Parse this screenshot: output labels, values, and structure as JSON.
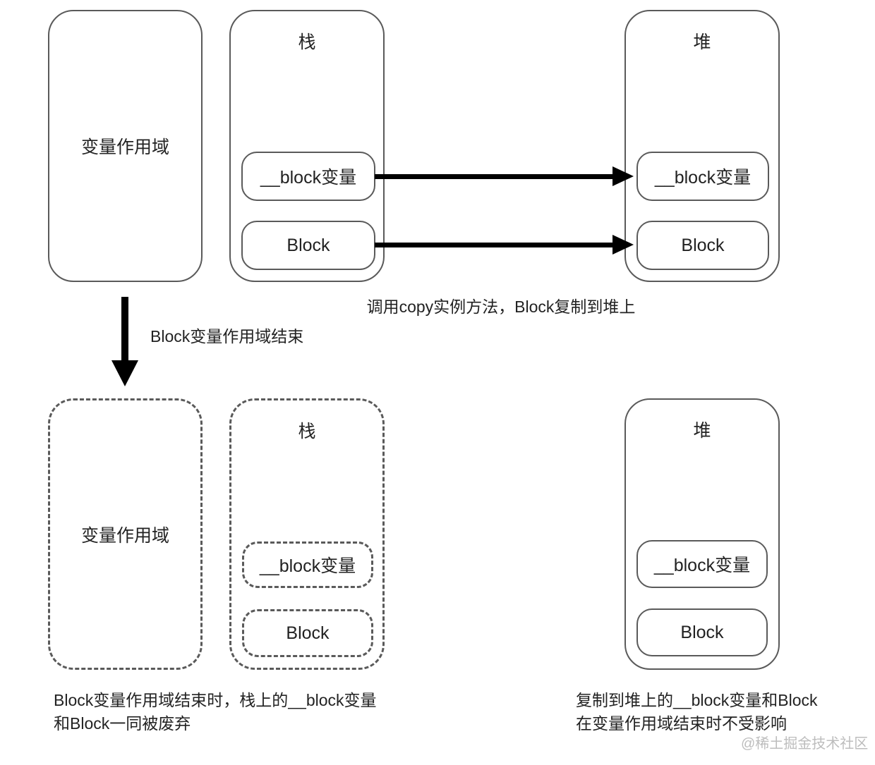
{
  "top": {
    "scope_box": {
      "label": "变量作用域"
    },
    "stack_box": {
      "title": "栈",
      "items": [
        {
          "label": "__block变量"
        },
        {
          "label": "Block"
        }
      ]
    },
    "heap_box": {
      "title": "堆",
      "items": [
        {
          "label": "__block变量"
        },
        {
          "label": "Block"
        }
      ]
    },
    "caption": "调用copy实例方法，Block复制到堆上"
  },
  "transition": {
    "label": "Block变量作用域结束"
  },
  "bottom": {
    "scope_box": {
      "label": "变量作用域"
    },
    "stack_box": {
      "title": "栈",
      "items": [
        {
          "label": "__block变量"
        },
        {
          "label": "Block"
        }
      ]
    },
    "heap_box": {
      "title": "堆",
      "items": [
        {
          "label": "__block变量"
        },
        {
          "label": "Block"
        }
      ]
    },
    "caption_left_line1": "Block变量作用域结束时，栈上的__block变量",
    "caption_left_line2": "和Block一同被废弃",
    "caption_right_line1": "复制到堆上的__block变量和Block",
    "caption_right_line2": "在变量作用域结束时不受影响"
  },
  "watermark": "@稀土掘金技术社区",
  "colors": {
    "border": "#5a5a5a",
    "arrow": "#000000",
    "text": "#222222",
    "watermark": "#bdbdbd",
    "background": "#ffffff"
  }
}
